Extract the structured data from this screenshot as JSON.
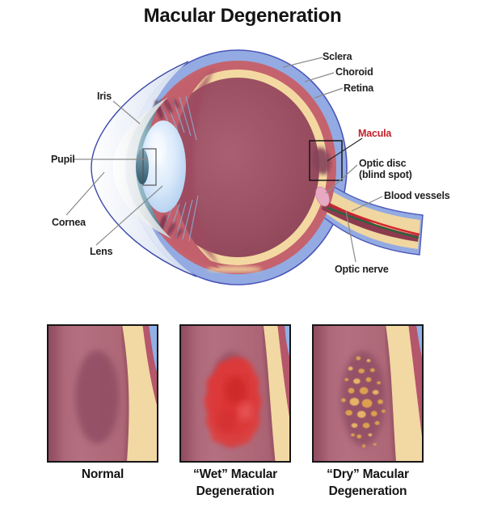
{
  "title": "Macular Degeneration",
  "eye": {
    "labels": {
      "sclera": "Sclera",
      "choroid": "Choroid",
      "retina": "Retina",
      "macula": "Macula",
      "optic_disc_line1": "Optic disc",
      "optic_disc_line2": "(blind spot)",
      "blood_vessels": "Blood vessels",
      "optic_nerve": "Optic nerve",
      "iris": "Iris",
      "pupil": "Pupil",
      "cornea": "Cornea",
      "lens": "Lens"
    }
  },
  "panels": [
    {
      "caption_line1": "Normal",
      "caption_line2": ""
    },
    {
      "caption_line1": "“Wet” Macular",
      "caption_line2": "Degeneration"
    },
    {
      "caption_line1": "“Dry” Macular",
      "caption_line2": "Degeneration"
    }
  ],
  "palette": {
    "background": "#ffffff",
    "outline_blue": "#4b55b8",
    "sclera": "#93abe2",
    "choroid": "#c4636e",
    "retina": "#f3d9a1",
    "vitreous_center": "#aa5f72",
    "vitreous_edge": "#8e4558",
    "macula_spot": "#85435a",
    "optic_disc": "#e9a9c2",
    "nerve_stripe": "#8c3a4e",
    "artery_red": "#d2232a",
    "vein_green": "#1d6b38",
    "iris_dark": "#3f6a7c",
    "lens_edge": "#a8c6ea",
    "cornea_gray": "#e9e9ea",
    "label_text": "#1f1f1f",
    "macula_label": "#c2202a",
    "leader_line": "#8a8a8a",
    "panel_border": "#161616",
    "panel_bg": "#b06a79",
    "panel_oval": "#8e4c62",
    "wet_blob": "#e04040",
    "drusen": "#dca050"
  }
}
